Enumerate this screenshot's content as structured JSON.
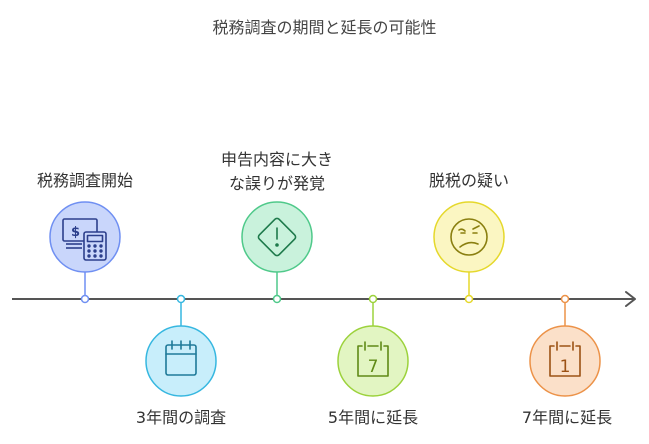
{
  "title": "税務調査の期間と延長の可能性",
  "colors": {
    "axis": "#555555",
    "blue": "#6f8ff2",
    "blue_fill": "#c9d6fb",
    "cyan": "#36b7e0",
    "cyan_fill": "#c8eefb",
    "green": "#4fc98a",
    "green_fill": "#c9f2dc",
    "lime": "#9cd23c",
    "lime_fill": "#e2f5c2",
    "yellow": "#e5d82b",
    "yellow_fill": "#fbf6c2",
    "orange": "#ec9248",
    "orange_fill": "#fbe0c9"
  },
  "events": [
    {
      "id": "start",
      "label": "税務調査開始",
      "icon": "money-calculator-icon"
    },
    {
      "id": "three-year",
      "label": "3年間の調査",
      "icon": "calendar-icon"
    },
    {
      "id": "serious-error",
      "label_line1": "申告内容に大き",
      "label_line2": "な誤りが発覚",
      "icon": "warning-diamond-icon"
    },
    {
      "id": "five-year",
      "label": "5年間に延長",
      "icon": "calendar-7-icon",
      "icon_text": "7"
    },
    {
      "id": "evasion",
      "label": "脱税の疑い",
      "icon": "suspicious-face-icon"
    },
    {
      "id": "seven-year",
      "label": "7年間に延長",
      "icon": "calendar-1-icon",
      "icon_text": "1"
    }
  ]
}
